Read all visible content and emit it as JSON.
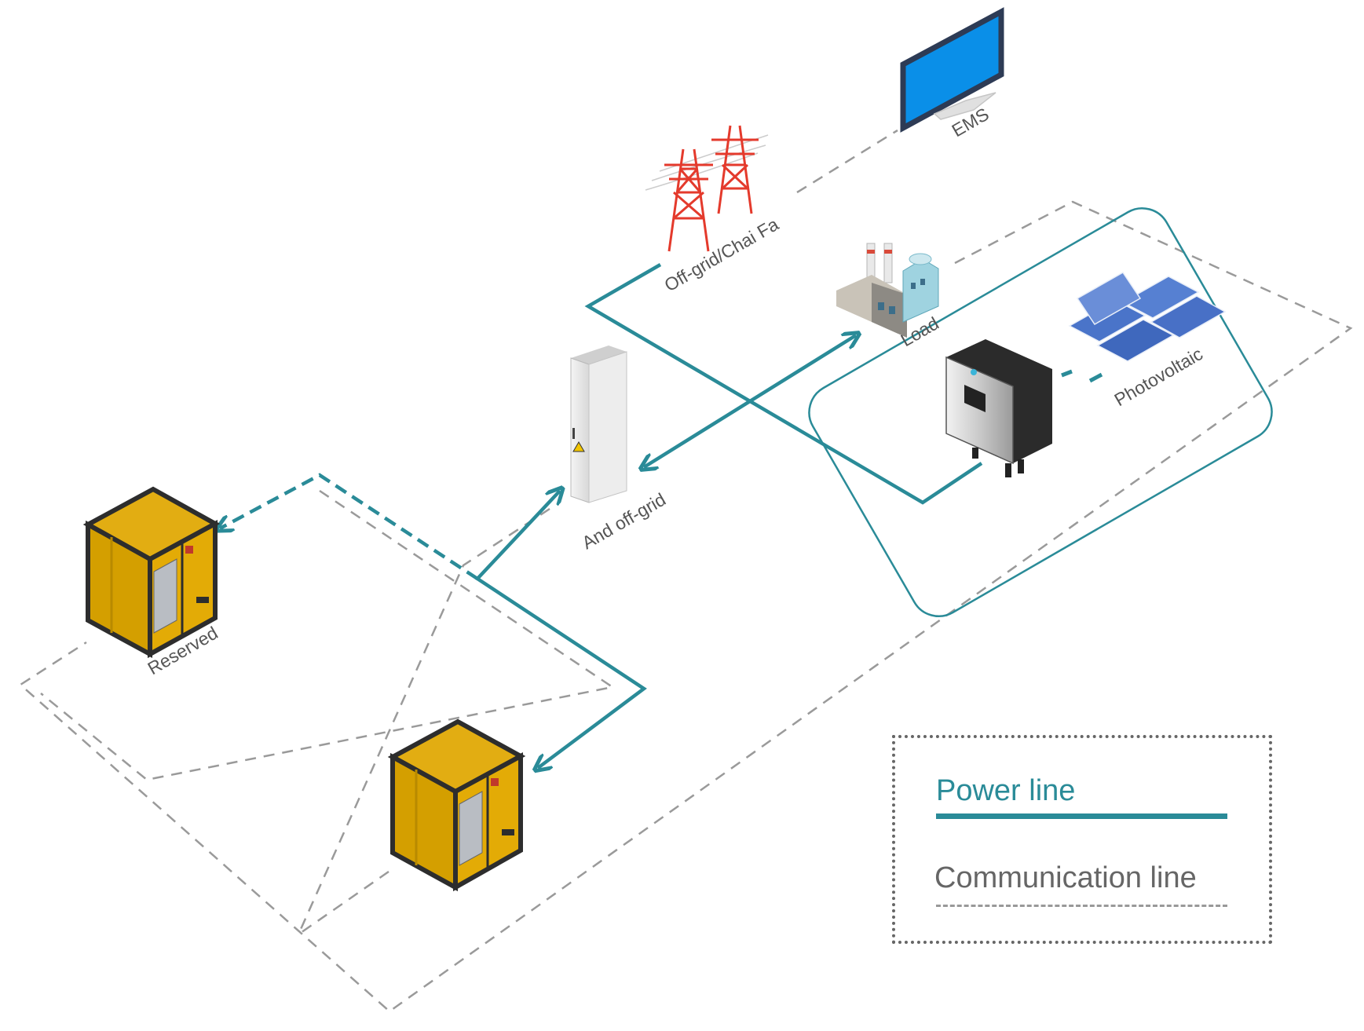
{
  "labels": {
    "ems": "EMS",
    "grid": "Off-grid/Chai Fa",
    "load": "Load",
    "photovoltaic": "Photovoltaic",
    "cabinet": "And off-grid",
    "reserved": "Reserved"
  },
  "legend": {
    "power": "Power line",
    "communication": "Communication line"
  },
  "colors": {
    "power_line": "#2a8b98",
    "communication_line": "#999999",
    "battery": "#d9a400",
    "ems_screen": "#0a8fe8"
  }
}
